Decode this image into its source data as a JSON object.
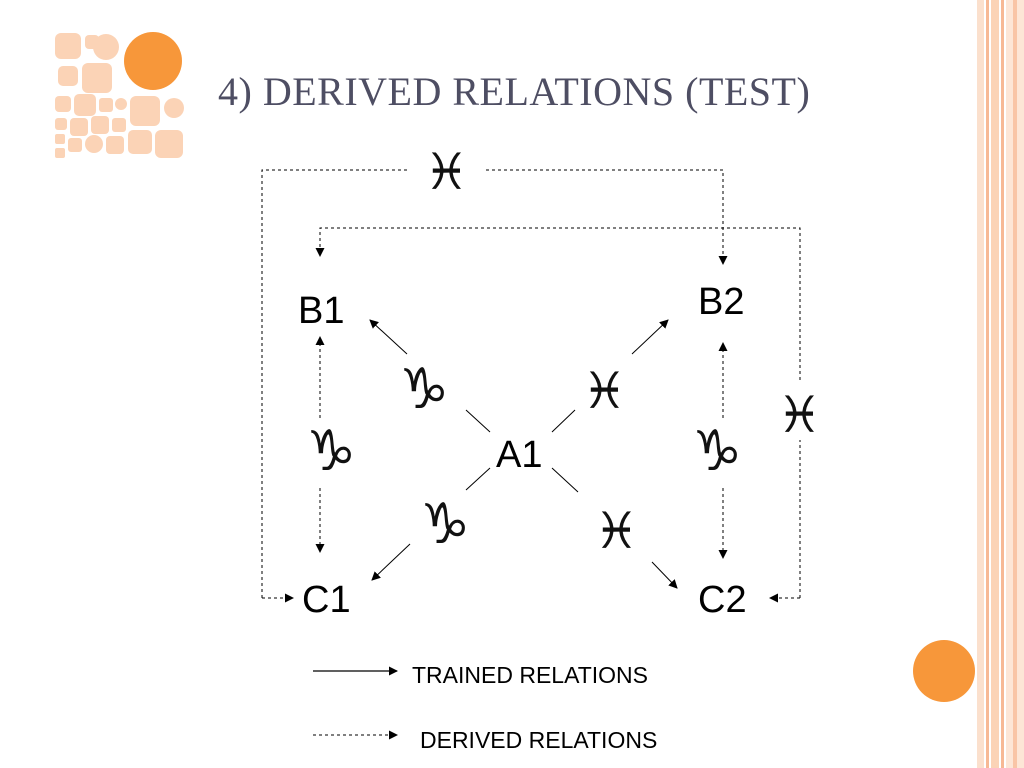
{
  "slide": {
    "title": "4) DERIVED RELATIONS (TEST)"
  },
  "nodes": {
    "b1": "B1",
    "b2": "B2",
    "a1": "A1",
    "c1": "C1",
    "c2": "C2"
  },
  "relation_symbols": {
    "capricorn": "♑",
    "pisces": "♓",
    "a1_b1": "♑",
    "a1_b2": "♓",
    "a1_c1": "♑",
    "a1_c2": "♓",
    "b1_c1": "♑",
    "b2_c2": "♑",
    "b2_c1_outer": "♓",
    "top_b1_b2": "♓"
  },
  "legend": {
    "trained_label": "TRAINED RELATIONS",
    "derived_label": "DERIVED RELATIONS"
  },
  "colors": {
    "title": "#4e4e63",
    "accent_orange": "#f7973a",
    "light_peach": "#fbd3b6",
    "border_peach": "#f9c5a6",
    "line": "#000000"
  },
  "icons": {
    "logo": "mosaic-squares-logo",
    "accent_circle": "orange-circle"
  }
}
